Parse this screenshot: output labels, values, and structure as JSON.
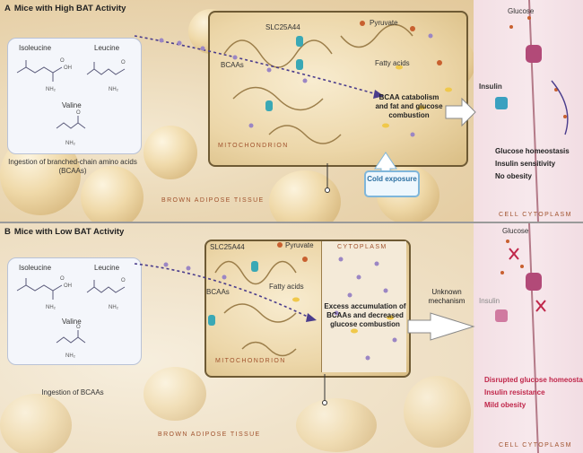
{
  "panel_a": {
    "letter": "A",
    "title": "Mice with High BAT Activity",
    "molecules": [
      "Isoleucine",
      "Leucine",
      "Valine"
    ],
    "ingestion": "Ingestion of branched-chain amino acids (BCAAs)",
    "transporter": "SLC25A44",
    "pyruvate": "Pyruvate",
    "bcaas": "BCAAs",
    "fatty_acids": "Fatty acids",
    "mitochondrion": "MITOCHONDRION",
    "combustion": "BCAA catabolism and fat and glucose combustion",
    "cold": "Cold exposure",
    "tissue": "BROWN ADIPOSE TISSUE",
    "glucose": "Glucose",
    "insulin": "Insulin",
    "outcomes": [
      "Glucose homeostasis",
      "Insulin sensitivity",
      "No obesity"
    ],
    "cell_cytoplasm": "CELL CYTOPLASM"
  },
  "panel_b": {
    "letter": "B",
    "title": "Mice with Low BAT Activity",
    "molecules": [
      "Isoleucine",
      "Leucine",
      "Valine"
    ],
    "ingestion": "Ingestion of BCAAs",
    "transporter": "SLC25A44",
    "pyruvate": "Pyruvate",
    "bcaas": "BCAAs",
    "fatty_acids": "Fatty acids",
    "cytoplasm": "CYTOPLASM",
    "mitochondrion": "MITOCHONDRION",
    "accumulation": "Excess accumulation of BCAAs and decreased glucose combustion",
    "unknown": "Unknown mechanism",
    "tissue": "BROWN ADIPOSE TISSUE",
    "glucose": "Glucose",
    "insulin": "Insulin",
    "outcomes": [
      "Disrupted glucose homeostasis",
      "Insulin resistance",
      "Mild obesity"
    ],
    "cell_cytoplasm": "CELL CYTOPLASM"
  },
  "colors": {
    "outcome_bad": "#c0264a",
    "cold_border": "#7fb6da",
    "transporter": "#3aa8b5"
  }
}
